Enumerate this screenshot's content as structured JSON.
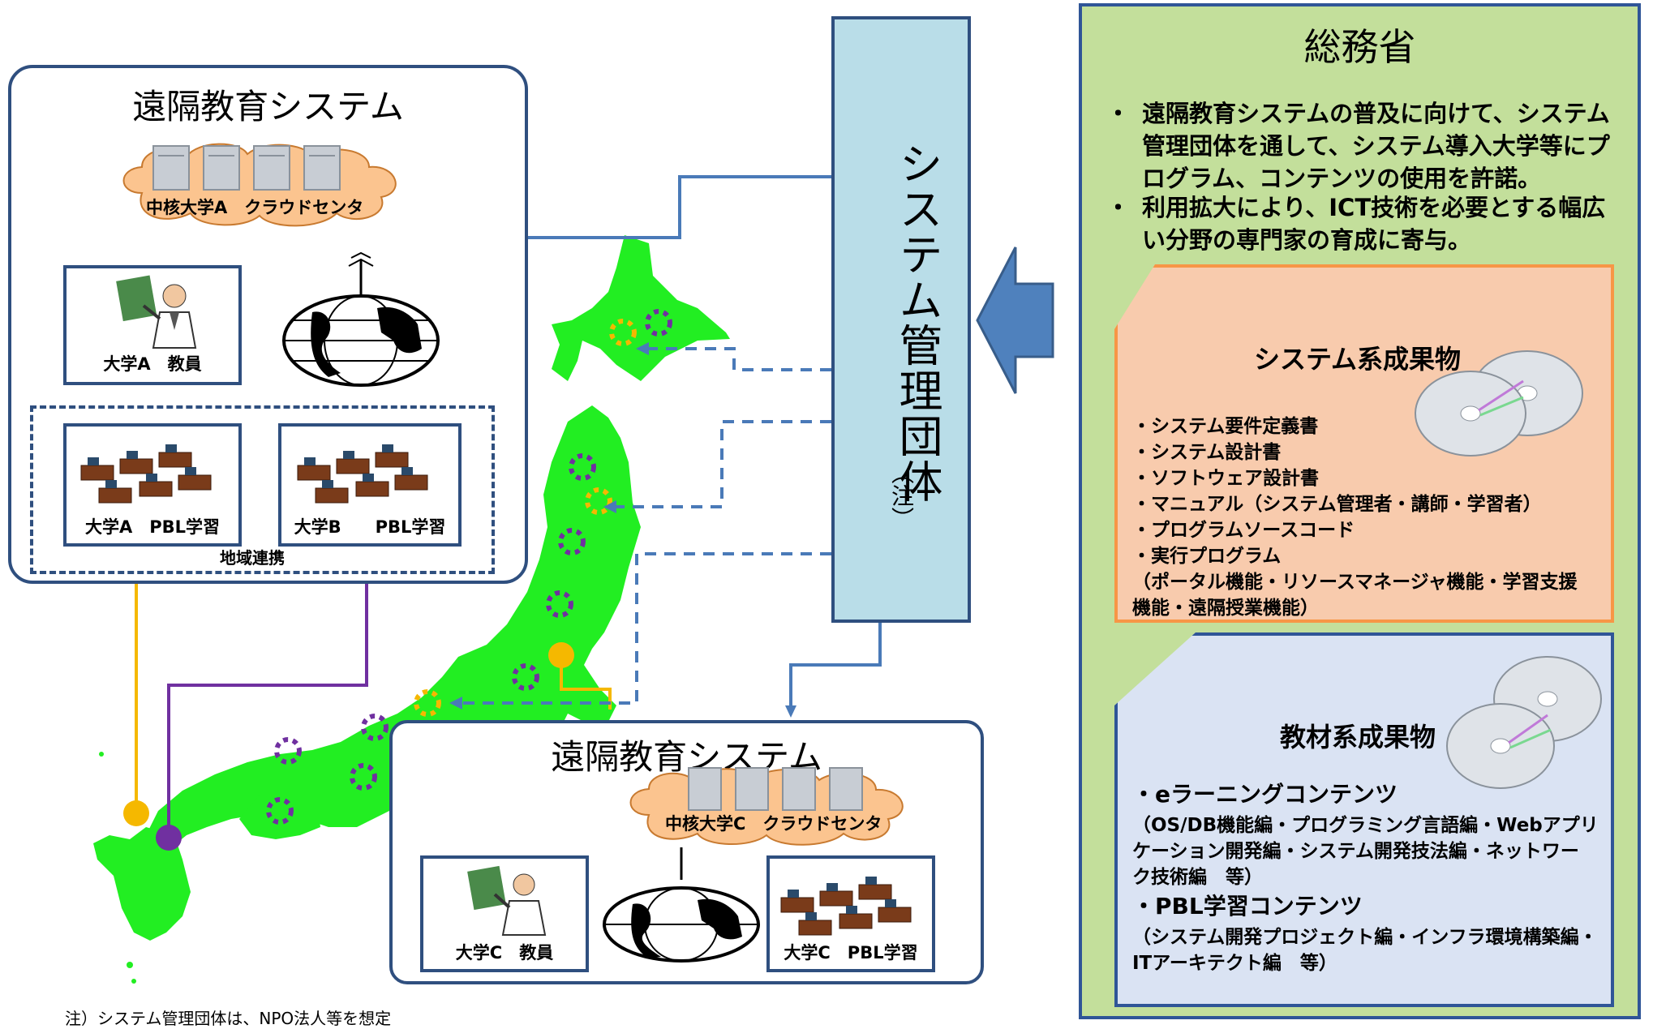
{
  "top_system": {
    "title": "遠隔教育システム",
    "cloud_label": "中核大学A　クラウドセンタ",
    "teacher_label": "大学A　教員",
    "pbl_a_label": "大学A　PBL学習",
    "pbl_b_label": "大学B　　PBL学習",
    "region_label": "地域連携"
  },
  "bottom_system": {
    "title": "遠隔教育システム",
    "cloud_label": "中核大学C　クラウドセンタ",
    "teacher_label": "大学C　教員",
    "pbl_label": "大学C　PBL学習"
  },
  "management": {
    "title": "システム管理団体",
    "note": "（注）"
  },
  "ministry": {
    "title": "総務省",
    "bullets": [
      {
        "dot": "・",
        "text": "遠隔教育システムの普及に向けて、システム管理団体を通して、システム導入大学等にプログラム、コンテンツの使用を許諾。"
      },
      {
        "dot": "・",
        "text": "利用拡大により、ICT技術を必要とする幅広い分野の専門家の育成に寄与。"
      }
    ],
    "system_results": {
      "title": "システム系成果物",
      "items": [
        "・システム要件定義書",
        "・システム設計書",
        "・ソフトウェア設計書",
        "・マニュアル（システム管理者・講師・学習者）",
        "・プログラムソースコード",
        "・実行プログラム",
        "（ポータル機能・リソースマネージャ機能・学習支援",
        "機能・遠隔授業機能）"
      ]
    },
    "material_results": {
      "title": "教材系成果物",
      "items": [
        "・eラーニングコンテンツ",
        "（OS/DB機能編・プログラミング言語編・Webアプリ",
        "ケーション開発編・システム開発技法編・ネットワー",
        "ク技術編　等）",
        "・PBL学習コンテンツ",
        "（システム開発プロジェクト編・インフラ環境構築編・",
        "ITアーキテクト編　等）"
      ]
    }
  },
  "footnote": "注）システム管理団体は、NPO法人等を想定",
  "colors": {
    "map_green": "#22ee22",
    "box_border": "#2f4f7f",
    "arrow_blue": "#4a7ab8",
    "yellow": "#f5b800",
    "purple": "#7030a0",
    "cloud_fill": "#fbc48f",
    "mgmt_fill": "#b9dde8",
    "ministry_fill": "#c3df9b",
    "system_result_fill": "#f8cbad",
    "material_result_fill": "#dae3f3"
  },
  "icons": [
    "server-icon",
    "globe-icon",
    "teacher-icon",
    "classroom-icon",
    "cd-icon",
    "broadcast-antenna-icon"
  ]
}
